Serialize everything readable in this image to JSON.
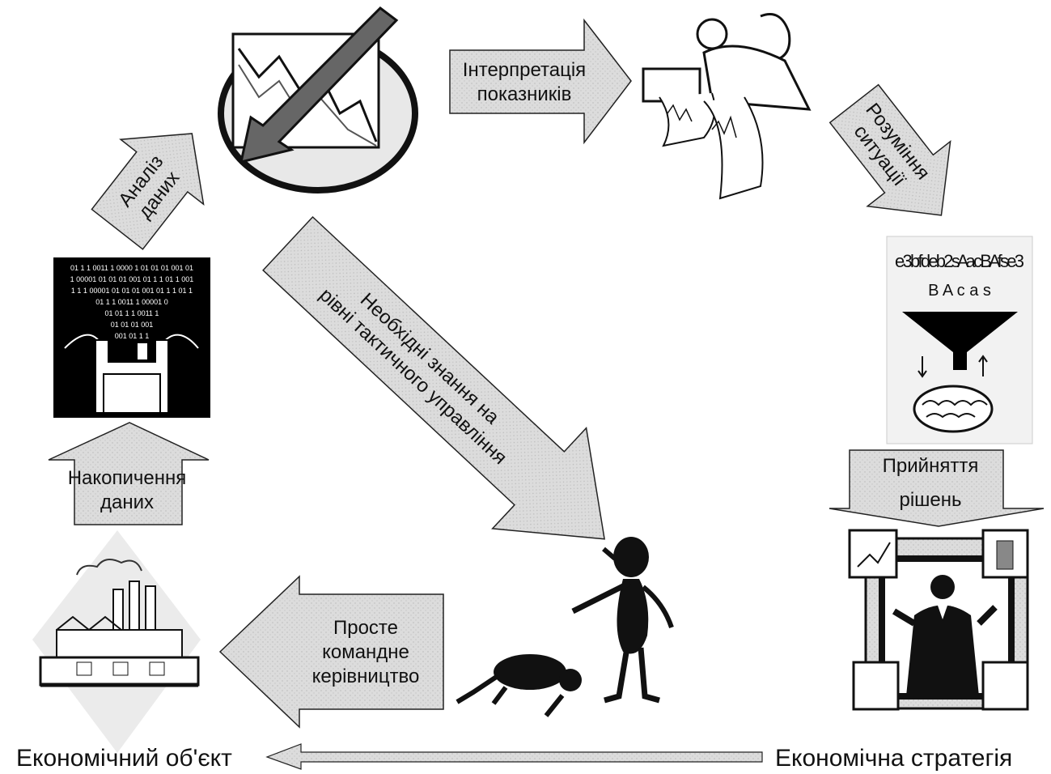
{
  "labels": {
    "data_accumulation": [
      "Накопичення",
      "даних"
    ],
    "data_analysis": [
      "Аналіз",
      "даних"
    ],
    "indicator_interpretation": [
      "Інтерпретація",
      "показників"
    ],
    "situation_understanding": [
      "Розуміння",
      "ситуації"
    ],
    "decision_making": [
      "Прийняття",
      "рішень"
    ],
    "tactical_knowledge": [
      "Необхідні знання на",
      "рівні тактичного управління"
    ],
    "command_management": [
      "Просте",
      "командне",
      "керівництво"
    ],
    "economic_object": "Економічний об'єкт",
    "economic_strategy": "Економічна стратегія"
  },
  "binary_lines": [
    "01 1 1 0011 1 0000 1 01 01 01 001 01",
    "1 00001 01 01 01 001 01 1 1 01 1 001",
    "1 1 1 00001 01 01 01 001 01 1 1 01 1",
    "01 1 1 0011 1 00001 0",
    "01 01 1 1 0011 1",
    "01 01 01 001",
    "001 01 1 1"
  ],
  "funnel_chars": "e 3 b f d e b 2 s A a c B A f s e 3",
  "colors": {
    "arrow_fill": "#d9d9d9",
    "arrow_stroke": "#222222",
    "ink": "#111111"
  }
}
